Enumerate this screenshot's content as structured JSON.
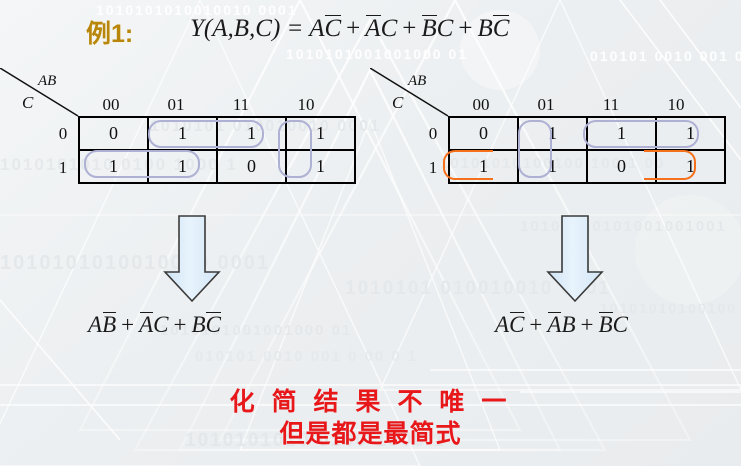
{
  "slide": {
    "example_label": "例1:",
    "title_function": "Y(A,B,C) = ",
    "title_terms": [
      {
        "var1": "A",
        "bar1": false,
        "var2": "C",
        "bar2": true
      },
      {
        "var1": "A",
        "bar1": true,
        "var2": "C",
        "bar2": false
      },
      {
        "var1": "B",
        "bar1": true,
        "var2": "C",
        "bar2": false
      },
      {
        "var1": "B",
        "bar1": false,
        "var2": "C",
        "bar2": true
      }
    ],
    "plus": "+",
    "equals": "="
  },
  "kmap_left": {
    "label_ab": "AB",
    "label_c": "C",
    "col_headers": [
      "00",
      "01",
      "11",
      "10"
    ],
    "row_headers": [
      "0",
      "1"
    ],
    "cells": [
      [
        "0",
        "1",
        "1",
        "1"
      ],
      [
        "1",
        "1",
        "0",
        "1"
      ]
    ],
    "groups": [
      {
        "name": "group-top-01-11",
        "color": "#aeb0d4"
      },
      {
        "name": "group-top-10-col",
        "color": "#aeb0d4"
      },
      {
        "name": "group-bottom-00-01",
        "color": "#aeb0d4"
      }
    ]
  },
  "kmap_right": {
    "label_ab": "AB",
    "label_c": "C",
    "col_headers": [
      "00",
      "01",
      "11",
      "10"
    ],
    "row_headers": [
      "0",
      "1"
    ],
    "cells": [
      [
        "0",
        "1",
        "1",
        "1"
      ],
      [
        "1",
        "1",
        "0",
        "1"
      ]
    ],
    "groups": [
      {
        "name": "group-top-11-10",
        "color": "#aeb0d4"
      },
      {
        "name": "group-col-01",
        "color": "#aeb0d4"
      },
      {
        "name": "group-wrap-bottom",
        "color": "#f4701b"
      }
    ]
  },
  "results": {
    "left_terms": [
      {
        "var1": "A",
        "bar1": false,
        "var2": "B",
        "bar2": true
      },
      {
        "var1": "A",
        "bar1": true,
        "var2": "C",
        "bar2": false
      },
      {
        "var1": "B",
        "bar1": false,
        "var2": "C",
        "bar2": true
      }
    ],
    "right_terms": [
      {
        "var1": "A",
        "bar1": false,
        "var2": "C",
        "bar2": true
      },
      {
        "var1": "A",
        "bar1": true,
        "var2": "B",
        "bar2": false
      },
      {
        "var1": "B",
        "bar1": true,
        "var2": "C",
        "bar2": false
      }
    ],
    "plus": "+"
  },
  "conclusion": {
    "line1": "化 简 结 果 不 唯 一",
    "line2": "但是都是最简式",
    "color": "#e8171a"
  },
  "background": {
    "binary_rows": [
      "1010101010010010 0001",
      "1010101001001000 01",
      "010101 0010 001 0 00 0 1",
      "1010101 010010010 0001",
      "1010101010 0100 1000 1",
      "10101010100100 100 1 00",
      "10101010101001001001"
    ],
    "base_color": "#eff1f3",
    "watermark_color": "#ffffff"
  },
  "arrows": {
    "left_arrow_name": "down-arrow-left",
    "right_arrow_name": "down-arrow-right",
    "fill": "#dbeaf7",
    "stroke": "#3a3a3a"
  }
}
